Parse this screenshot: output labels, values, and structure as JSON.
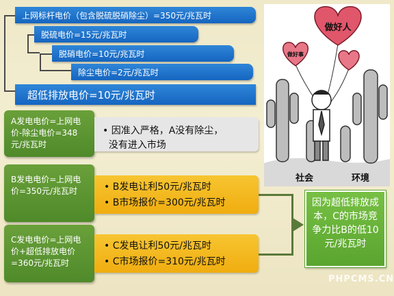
{
  "bars": [
    {
      "text": "上网标杆电价（包含脱硫脱硝除尘）=350元/兆瓦时"
    },
    {
      "text": "脱硫电价=15元/兆瓦时"
    },
    {
      "text": "脱硝电价=10元/兆瓦时"
    },
    {
      "text": "除尘电价=2元/兆瓦时"
    },
    {
      "text": "超低排放电价=10元/兆瓦时"
    }
  ],
  "rows": [
    {
      "label": "A发电电价=上网电价-除尘电价=348元/兆瓦时",
      "points": [
        "• 因准入严格，A没有除尘，",
        "  没有进入市场"
      ]
    },
    {
      "label": "B发电电价=上网电价=350元/兆瓦时",
      "points": [
        "• B发电让利50元/兆瓦时",
        "• B市场报价=300元/兆瓦时"
      ]
    },
    {
      "label": "C发电电价=上网电价+超低排放电价=360元/兆瓦时",
      "points": [
        "• C发电让利50元/兆瓦时",
        "• C市场报价=310元/兆瓦时"
      ]
    }
  ],
  "conclusion": "因为超低排放成本，C的市场竞争力比B的低10元/兆瓦时",
  "illustration": {
    "balloon_big": "做好人",
    "balloon_small": "做好事",
    "ground_left": "社会",
    "ground_right": "环境"
  },
  "watermark": "PHPCMS.CN",
  "colors": {
    "blue": "#1f74cc",
    "green": "#4f8a2a",
    "yellow": "#f3b51c",
    "gray": "#e6e6e6",
    "heart": "#e0566a"
  }
}
